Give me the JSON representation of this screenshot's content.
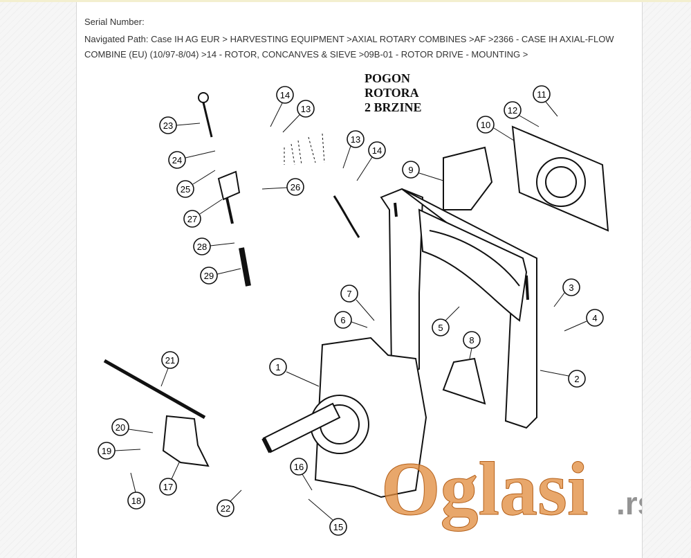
{
  "page": {
    "serial_label": "Serial Number:",
    "path_text": "Navigated Path: Case IH AG EUR > HARVESTING EQUIPMENT >AXIAL ROTARY COMBINES >AF >2366 - CASE IH AXIAL-FLOW COMBINE (EU) (10/97-8/04) >14 - ROTOR, CONCANVES & SIEVE >09B-01 - ROTOR DRIVE - MOUNTING >"
  },
  "diagram": {
    "title_lines": [
      "POGON",
      "ROTORA",
      "2 BRZINE"
    ],
    "callouts": [
      {
        "label": "1"
      },
      {
        "label": "2"
      },
      {
        "label": "3"
      },
      {
        "label": "4"
      },
      {
        "label": "5"
      },
      {
        "label": "6"
      },
      {
        "label": "7"
      },
      {
        "label": "8"
      },
      {
        "label": "9"
      },
      {
        "label": "10"
      },
      {
        "label": "11"
      },
      {
        "label": "12"
      },
      {
        "label": "13"
      },
      {
        "label": "14"
      },
      {
        "label": "13"
      },
      {
        "label": "14"
      },
      {
        "label": "15"
      },
      {
        "label": "16"
      },
      {
        "label": "17"
      },
      {
        "label": "18"
      },
      {
        "label": "19"
      },
      {
        "label": "20"
      },
      {
        "label": "21"
      },
      {
        "label": "22"
      },
      {
        "label": "23"
      },
      {
        "label": "24"
      },
      {
        "label": "25"
      },
      {
        "label": "26"
      },
      {
        "label": "27"
      },
      {
        "label": "28"
      },
      {
        "label": "29"
      }
    ]
  },
  "watermark": {
    "brand": "Oglasi",
    "suffix": ".rs",
    "color": "#e08a3a"
  }
}
